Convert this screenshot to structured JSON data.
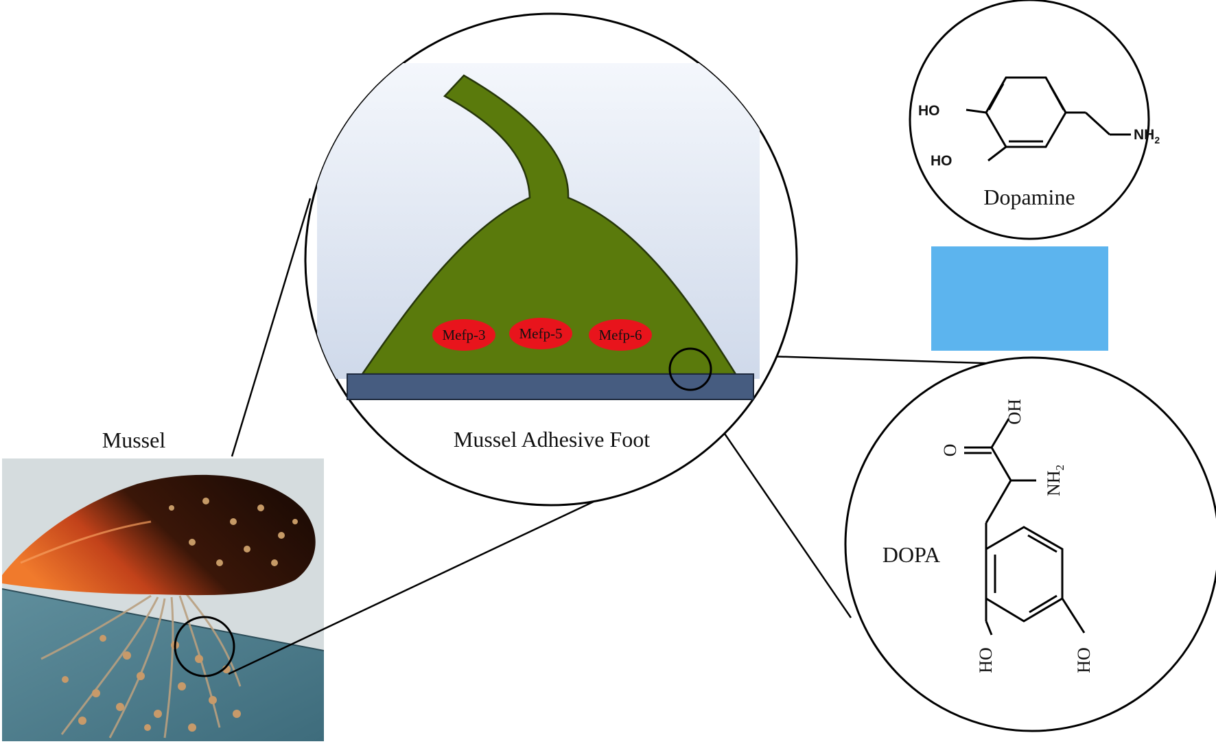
{
  "labels": {
    "mussel": "Mussel",
    "adhesive_foot": "Mussel Adhesive Foot",
    "dopamine": "Dopamine",
    "dopa": "DOPA"
  },
  "proteins": [
    "Mefp-3",
    "Mefp-5",
    "Mefp-6"
  ],
  "dopamine_groups": {
    "ho_top": "HO",
    "ho_bottom": "HO",
    "amine": "NH",
    "amine_sub": "2"
  },
  "dopa_groups": {
    "acid_oh": "OH",
    "carbonyl_o": "O",
    "amine": "NH",
    "amine_sub": "2",
    "ho_left": "HO",
    "ho_right": "HO"
  },
  "colors": {
    "foot_green": "#5a7a0c",
    "protein_red": "#e8141c",
    "substrate": "#465c80",
    "blue_box": "#5cb4ee",
    "sky_top": "#eef3fb",
    "sky_bottom": "#cdd8ea"
  }
}
